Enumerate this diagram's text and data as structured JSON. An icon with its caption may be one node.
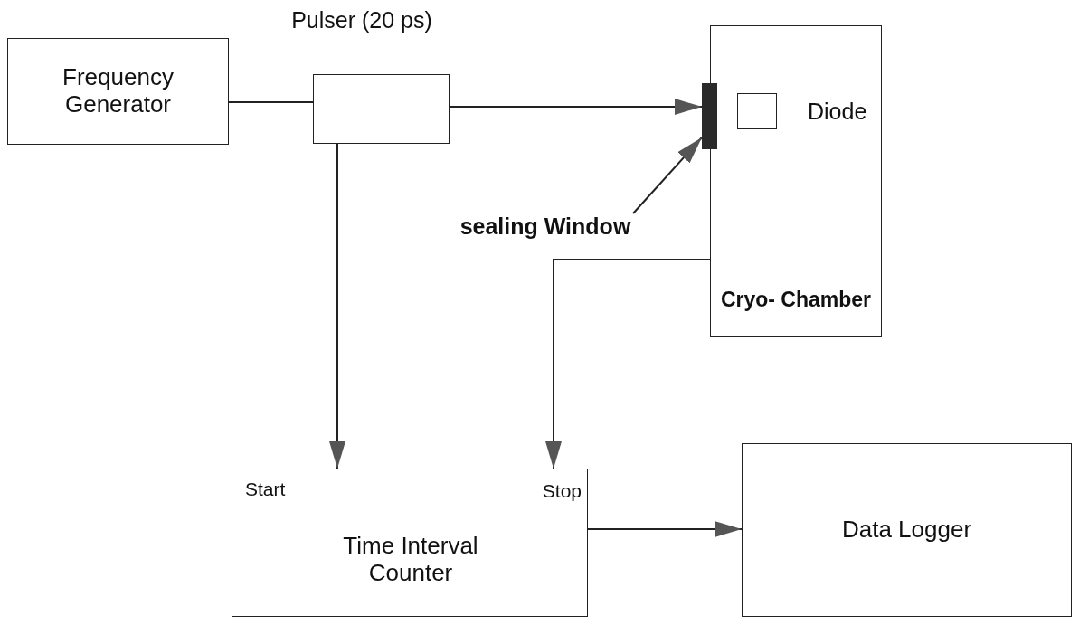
{
  "diagram": {
    "nodes": [
      {
        "text": [
          "Frequency Generator"
        ]
      },
      {
        "text": [
          "Pulser (20 ps)"
        ]
      },
      {
        "text": [
          "Cryo- Chamber"
        ]
      },
      {
        "text": [
          "Diode"
        ],
        "in": 2
      },
      {
        "text": [],
        "shape": "bar"
      },
      {
        "text": [
          "sealing Window"
        ]
      },
      {
        "text": [
          "Start",
          "Stop",
          "Time Interval Counter"
        ]
      },
      {
        "text": [
          "Data Logger"
        ]
      }
    ],
    "edges": [
      {
        "from": 0,
        "to": 1,
        "arrow": "none"
      },
      {
        "from": 1,
        "to": 6,
        "arrow": "to"
      },
      {
        "from": 1,
        "to": 4,
        "arrow": "to"
      },
      {
        "from": 2,
        "to": 6,
        "arrow": "to"
      },
      {
        "from": 6,
        "to": 7,
        "arrow": "to"
      },
      {
        "from": 5,
        "to": 4,
        "arrow": "to"
      }
    ]
  }
}
